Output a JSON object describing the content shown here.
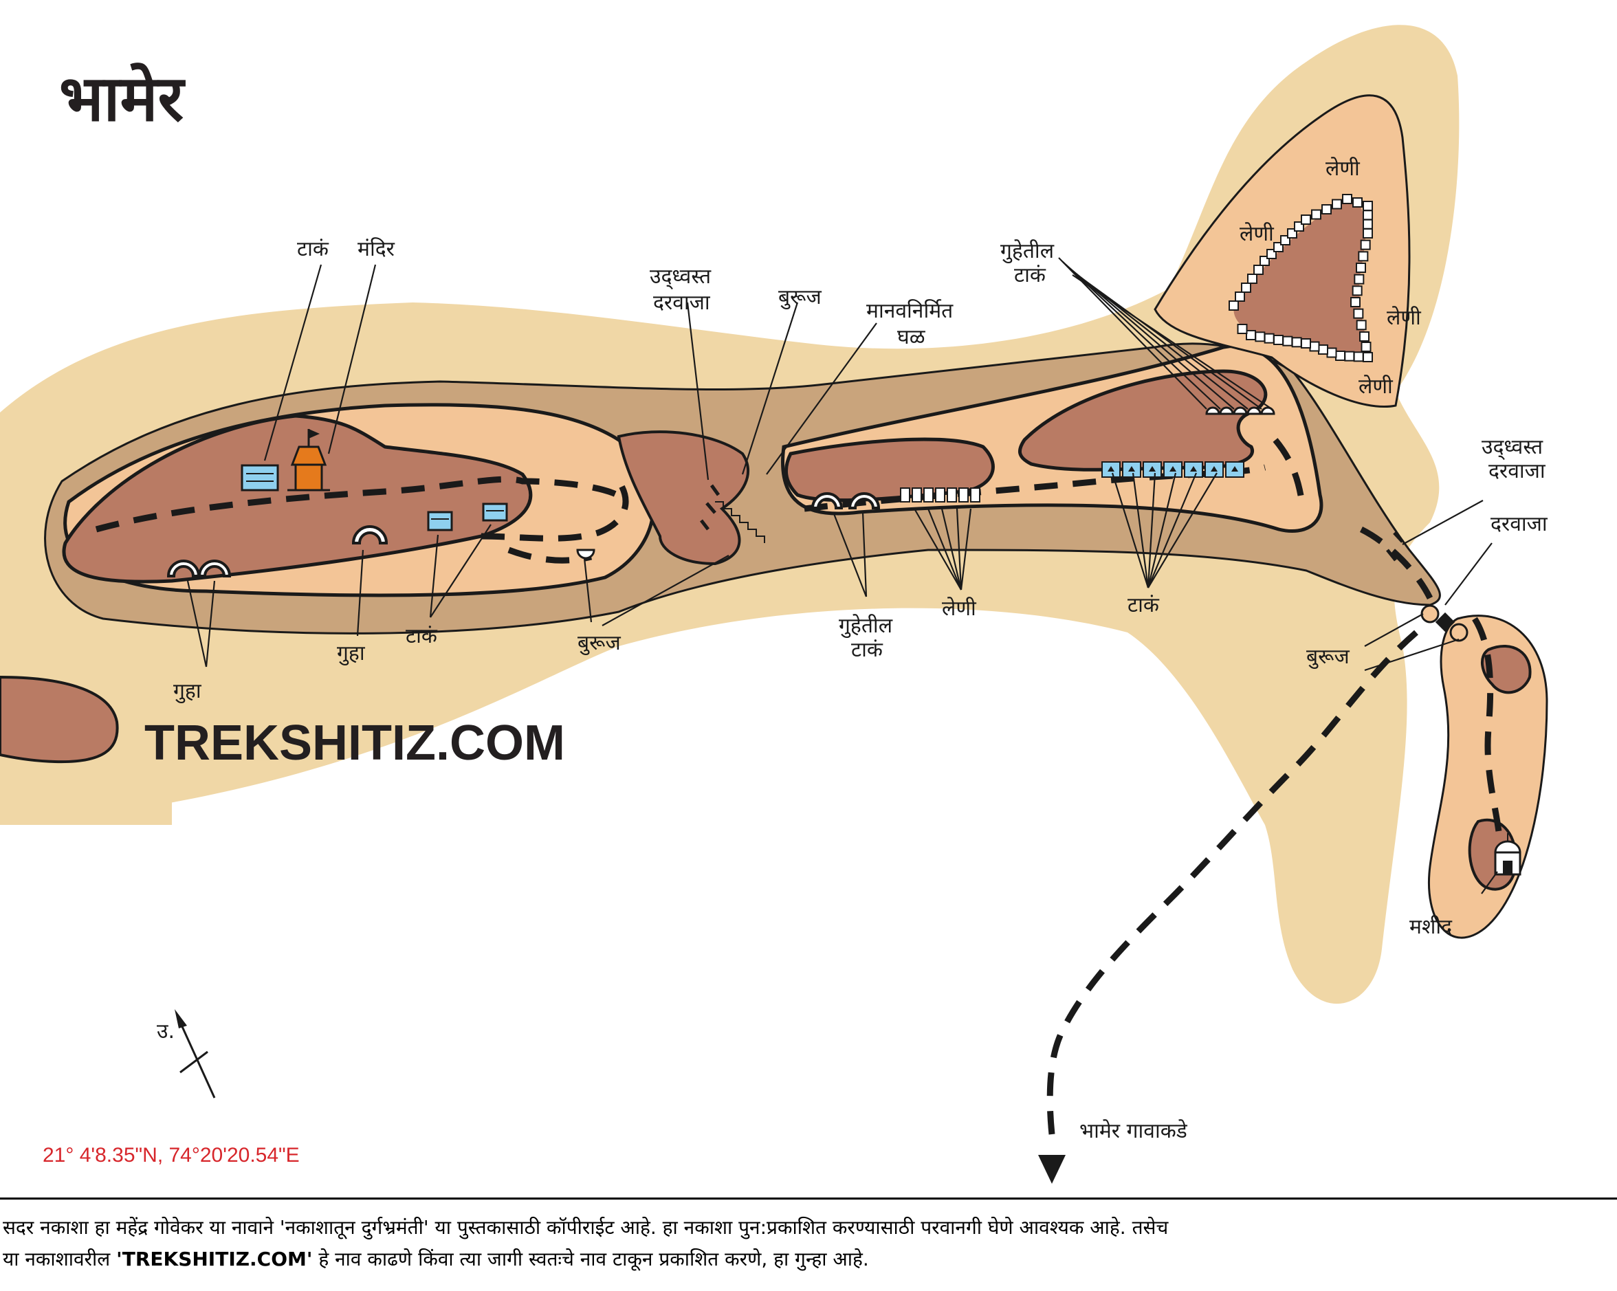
{
  "map": {
    "title": "भामेर",
    "watermark": "TREKSHITIZ.COM",
    "coordinates": "21° 4'8.35\"N, 74°20'20.54\"E",
    "north_label": "उ.",
    "colors": {
      "outer_slope": "#f0d7a6",
      "mid_slope": "#c9a47c",
      "plateau": "#f3c597",
      "summit": "#b97b64",
      "tank": "#8fd0ef",
      "temple": "#e57a1c",
      "coordinate_text": "#d7262b"
    },
    "labels": {
      "tank_temple_tank": "टाकं",
      "temple": "मंदिर",
      "ruined_gate_line1": "उद्ध्वस्त",
      "ruined_gate_line2": "दरवाजा",
      "bastion_top": "बुरूज",
      "manmade_ditch_line1": "मानवनिर्मित",
      "manmade_ditch_line2": "घळ",
      "cave_tank_top_line1": "गुहेतील",
      "cave_tank_top_line2": "टाकं",
      "caves_1": "लेणी",
      "caves_2": "लेणी",
      "caves_3": "लेणी",
      "caves_4": "लेणी",
      "ruined_gate2_line1": "उद्ध्वस्त",
      "ruined_gate2_line2": "दरवाजा",
      "gate": "दरवाजा",
      "bastion_right": "बुरूज",
      "mosque": "मशीद",
      "to_village": "भामेर गावाकडे",
      "cave_left": "गुहा",
      "cave_mid": "गुहा",
      "tanks_left": "टाकं",
      "bastion_bottom": "बुरूज",
      "cave_tank_bottom_line1": "गुहेतील",
      "cave_tank_bottom_line2": "टाकं",
      "caves_mid": "लेणी",
      "tanks_right": "टाकं"
    },
    "icons": [
      "tank-icon",
      "temple-icon",
      "cave-icon",
      "rock-cut-cave-icon",
      "gate-icon",
      "mosque-icon",
      "north-arrow-icon",
      "village-arrow-icon"
    ]
  },
  "footer": {
    "line1": "सदर नकाशा हा महेंद्र गोवेकर या नावाने 'नकाशातून दुर्गभ्रमंती' या पुस्तकासाठी कॉपीराईट आहे. हा नकाशा पुन:प्रकाशित करण्यासाठी परवानगी घेणे आवश्यक आहे. तसेच",
    "line2_start": "या नकाशावरील ",
    "line2_bold": "'TREKSHITIZ.COM'",
    "line2_end": " हे नाव काढणे किंवा त्या जागी स्वतःचे नाव टाकून प्रकाशित करणे, हा गुन्हा आहे."
  }
}
